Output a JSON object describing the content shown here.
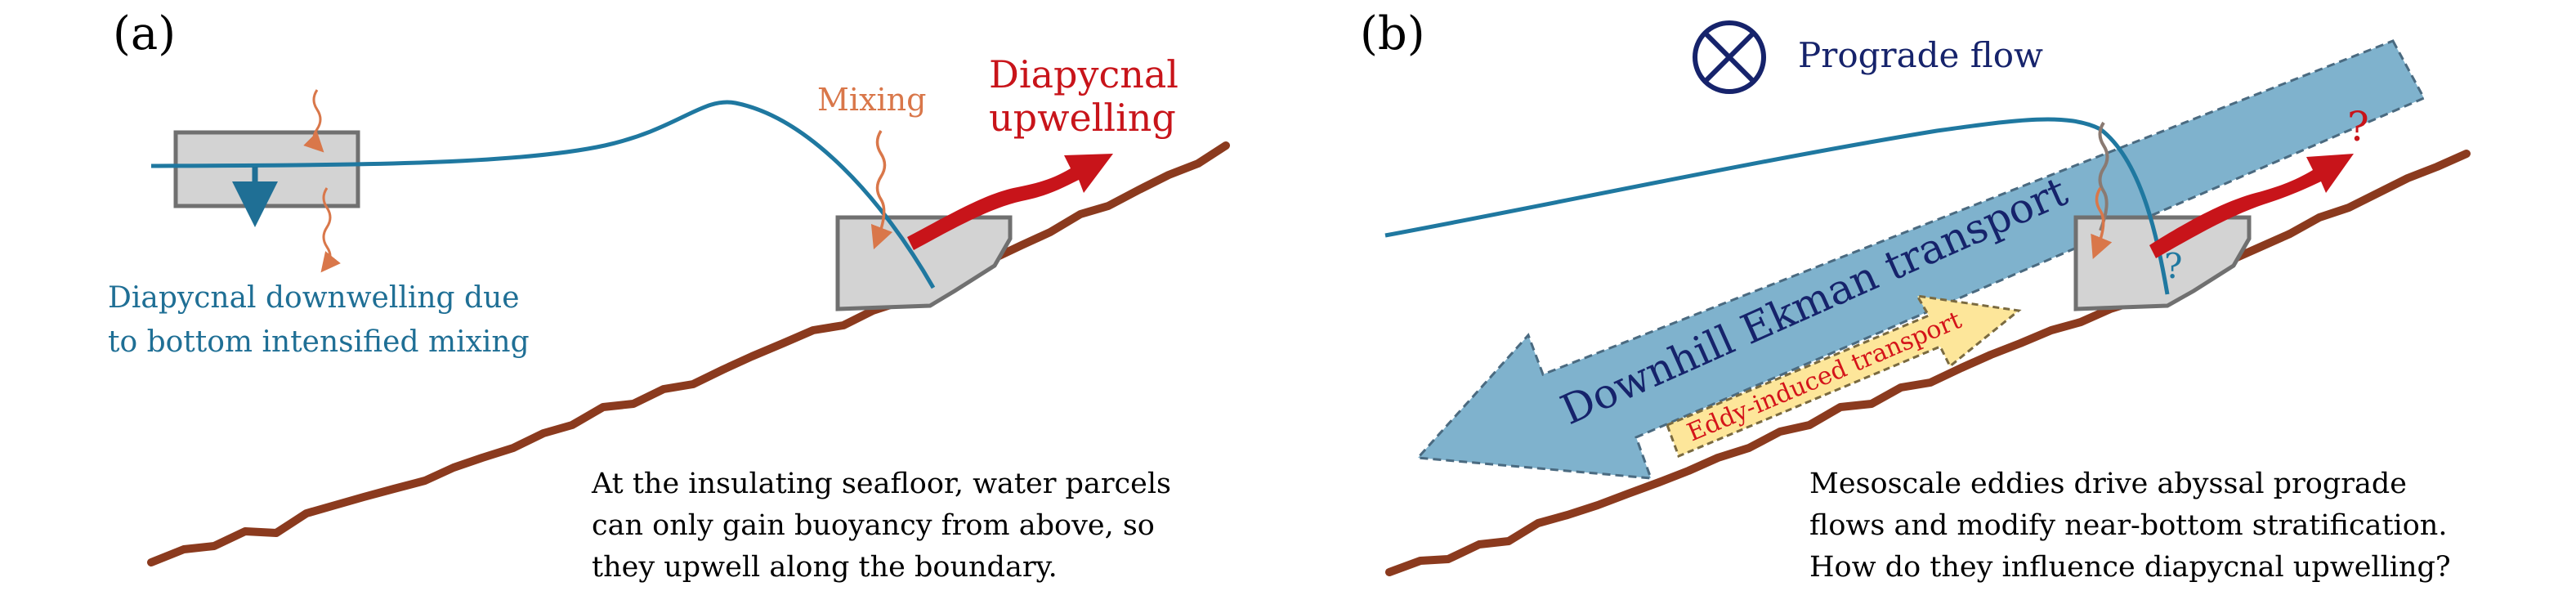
{
  "panel_a": {
    "label": "(a)",
    "mixing_label": "Mixing",
    "upwelling_label_line1": "Diapycnal",
    "upwelling_label_line2": "upwelling",
    "downwelling_line1": "Diapycnal downwelling due",
    "downwelling_line2": "to bottom intensified mixing",
    "caption_line1": "At the insulating seafloor, water parcels",
    "caption_line2": "can only gain buoyancy from above, so",
    "caption_line3": "they upwell along the boundary."
  },
  "panel_b": {
    "label": "(b)",
    "prograde_label": "Prograde flow",
    "ekman_label": "Downhill Ekman transport",
    "eddy_label": "Eddy-induced transport",
    "question_blue": "?",
    "question_red": "?",
    "caption_line1": "Mesoscale eddies drive abyssal prograde",
    "caption_line2": "flows and modify near-bottom stratification.",
    "caption_line3": "How do they influence diapycnal upwelling?"
  },
  "colors": {
    "seafloor": "#8b3a1e",
    "isopycnal": "#1f78a0",
    "mixing": "#d9774a",
    "upwelling": "#c8141a",
    "navy": "#16236b",
    "ekman_fill": "#7fb2cd",
    "eddy_fill": "#fde69a",
    "box_fill": "#d3d3d3",
    "box_stroke": "#707070"
  },
  "icons": {
    "prograde": "circled-x-icon",
    "mixing": "wavy-arrow-icon"
  }
}
